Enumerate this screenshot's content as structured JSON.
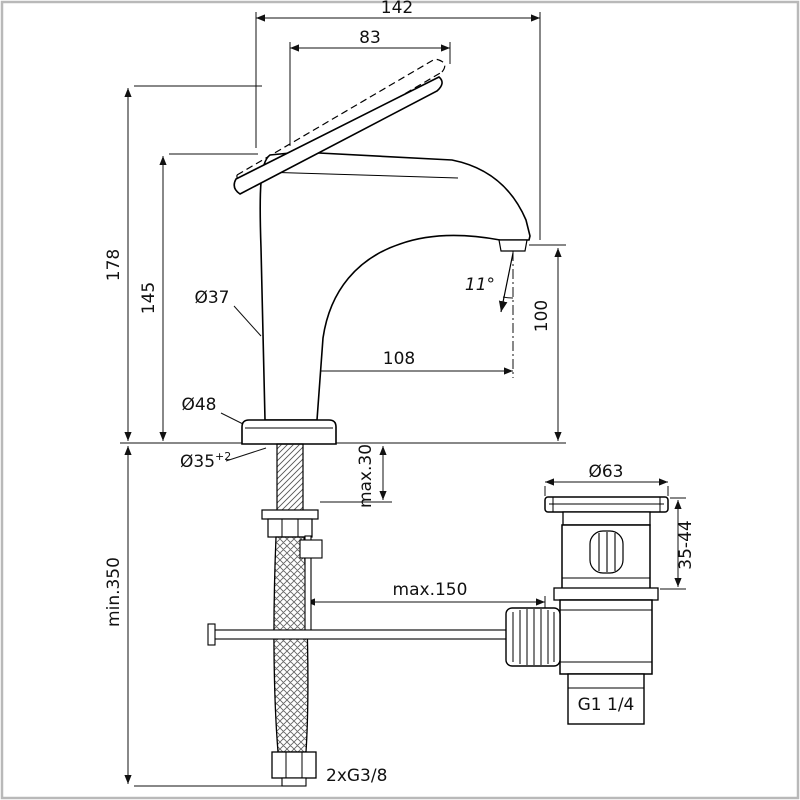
{
  "colors": {
    "line": "#111111",
    "outline": "#000000",
    "background": "#ffffff",
    "frame": "#b9b9b9"
  },
  "labels": {
    "dim_overall_width": "142",
    "dim_handle_reach": "83",
    "dim_total_height": "178",
    "dim_body_height": "145",
    "dim_min_hose": "min.350",
    "dia_body": "Ø37",
    "dia_base": "Ø48",
    "dia_hole": "Ø35",
    "dia_hole_tol": "+2",
    "dim_spout_reach": "108",
    "dim_outlet_height": "100",
    "stream_angle": "11°",
    "dim_deck_max": "max.30",
    "dim_rod_max": "max.150",
    "dia_waste_flange": "Ø63",
    "waste_clamp_range": "35-44",
    "waste_thread": "G1 1/4",
    "hose_thread": "2xG3/8"
  }
}
